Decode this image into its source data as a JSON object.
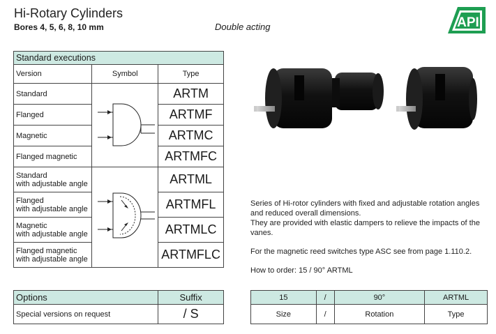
{
  "header": {
    "title": "Hi-Rotary Cylinders",
    "subtitle": "Bores 4, 5, 6, 8, 10 mm",
    "acting": "Double acting",
    "logo_text": "API"
  },
  "colors": {
    "accent": "#1e9e52",
    "header_fill": "#cde9e2",
    "border": "#444444"
  },
  "standard": {
    "title": "Standard executions",
    "columns": [
      "Version",
      "Symbol",
      "Type"
    ],
    "rows": [
      {
        "version": "Standard",
        "type": "ARTM"
      },
      {
        "version": "Flanged",
        "type": "ARTMF"
      },
      {
        "version": "Magnetic",
        "type": "ARTMC"
      },
      {
        "version": "Flanged magnetic",
        "type": "ARTMFC"
      },
      {
        "version": "Standard\nwith adjustable angle",
        "type": "ARTML"
      },
      {
        "version": "Flanged\nwith adjustable angle",
        "type": "ARTMFL"
      },
      {
        "version": "Magnetic\nwith adjustable angle",
        "type": "ARTMLC"
      },
      {
        "version": "Flanged magnetic\nwith adjustable angle",
        "type": "ARTMFLC"
      }
    ]
  },
  "options": {
    "title": "Options",
    "suffix_label": "Suffix",
    "rows": [
      {
        "label": "Special versions on request",
        "suffix": "/ S"
      }
    ]
  },
  "description": {
    "p1": "Series of Hi-rotor cylinders with fixed and adjustable rotation angles and reduced overall dimensions.",
    "p2": "They are provided with elastic dampers to relieve the impacts of the vanes.",
    "p3": "For the magnetic reed switches type ASC see from page 1.110.2.",
    "p4": "How to order: 15 / 90° ARTML"
  },
  "order": {
    "values": [
      "15",
      "/",
      "90°",
      "ARTML"
    ],
    "labels": [
      "Size",
      "/",
      "Rotation",
      "Type"
    ]
  }
}
